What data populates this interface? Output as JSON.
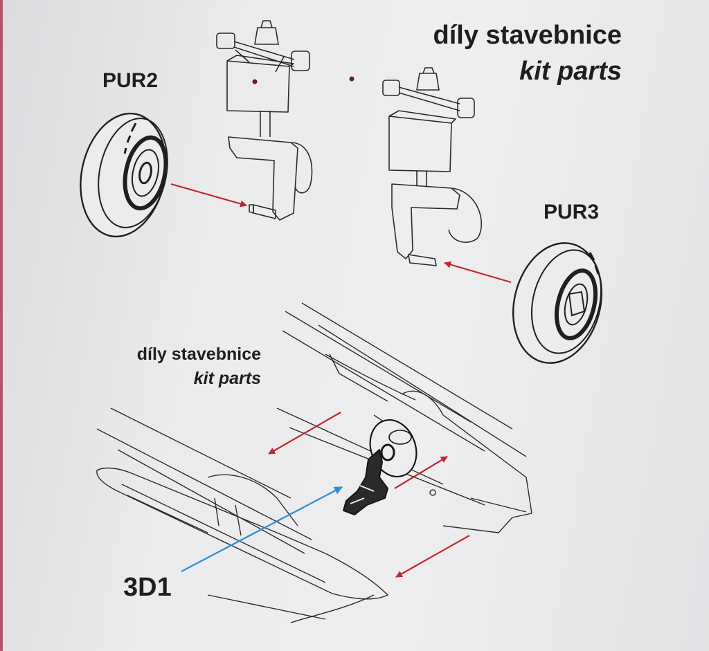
{
  "labels": {
    "kit_parts_cz_top": "díly stavebnice",
    "kit_parts_en_top": "kit parts",
    "kit_parts_cz_bottom": "díly stavebnice",
    "kit_parts_en_bottom": "kit parts",
    "part_pur2": "PUR2",
    "part_pur3": "PUR3",
    "part_3d1": "3D1"
  },
  "colors": {
    "background": "#e9e9eb",
    "line_art": "#2a2a2a",
    "red_arrow": "#c0262d",
    "blue_arrow": "#2f8fd0",
    "page_edge": "#b2556a"
  }
}
